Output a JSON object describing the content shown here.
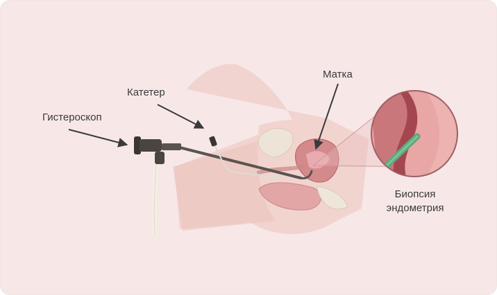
{
  "labels": {
    "hysteroscope": "Гистероскоп",
    "catheter": "Катетер",
    "uterus": "Матка",
    "biopsy_line1": "Биопсия",
    "biopsy_line2": "эндометрия"
  },
  "colors": {
    "background": "#f7e8e7",
    "body_skin": "#efc9c4",
    "uterus": "#d48a8b",
    "tissue_dark": "#a4464f",
    "catheter_tip": "#5fa87e",
    "instrument": "#4a4541"
  }
}
